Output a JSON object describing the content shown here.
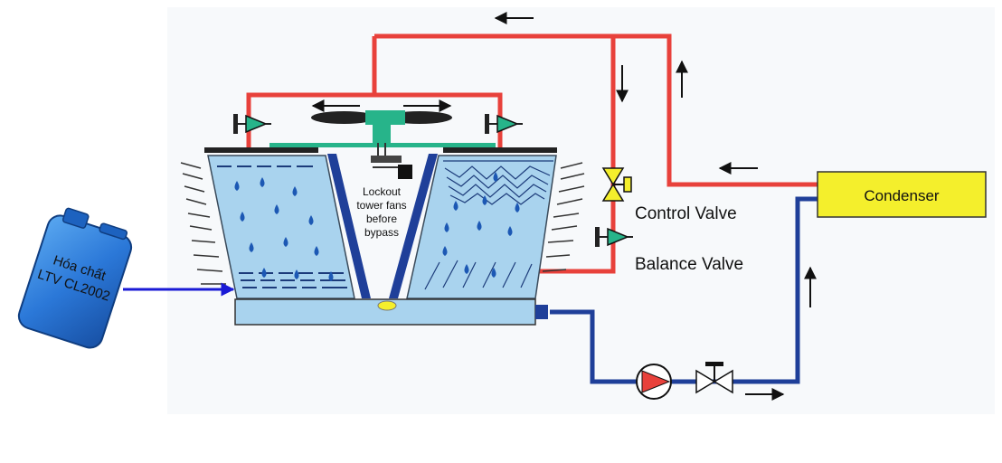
{
  "labels": {
    "condenser": "Condenser",
    "control_valve": "Control Valve",
    "balance_valve": "Balance Valve",
    "lockout_note": [
      "Lockout",
      "tower fans",
      "before",
      "bypass"
    ],
    "chemical": [
      "Hóa chất",
      "LTV CL2002"
    ]
  },
  "colors": {
    "hot_line": "#e8413b",
    "cold_line": "#1f3f99",
    "chemical_arrow": "#1a1ad6",
    "condenser_fill": "#f4ef2c",
    "tower_fill": "#a9d3ee",
    "basin_fill": "#a9d3ee",
    "valve_green": "#27b48a",
    "pump_red": "#e8413b",
    "drop_blue": "#1c58b4",
    "canister_blue": "#2b78d8"
  },
  "icons": [
    "fan-icon",
    "pump-icon",
    "control-valve-icon",
    "balance-valve-icon",
    "gate-valve-icon",
    "chemical-canister-icon",
    "water-drop-icon",
    "flow-arrow-icon"
  ]
}
